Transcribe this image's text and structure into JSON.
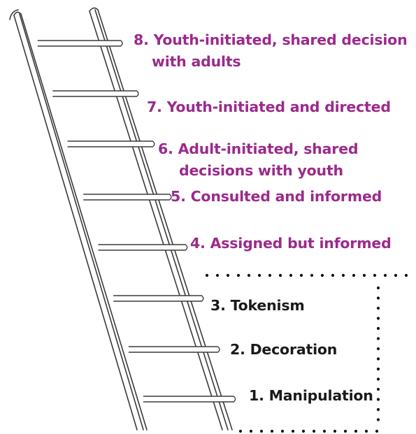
{
  "colors": {
    "participation": "#9b2a8c",
    "non_participation": "#1a1a1a",
    "ladder_stroke": "#333333"
  },
  "rungs": [
    {
      "level": 8,
      "line1": "8. Youth-initiated, shared decision",
      "line2": "with adults"
    },
    {
      "level": 7,
      "line1": "7. Youth-initiated and directed",
      "line2": ""
    },
    {
      "level": 6,
      "line1": "6. Adult-initiated, shared",
      "line2": "decisions with youth"
    },
    {
      "level": 5,
      "line1": "5. Consulted and informed",
      "line2": ""
    },
    {
      "level": 4,
      "line1": "4. Assigned but informed",
      "line2": ""
    },
    {
      "level": 3,
      "line1": "3. Tokenism",
      "line2": ""
    },
    {
      "level": 2,
      "line1": "2. Decoration",
      "line2": ""
    },
    {
      "level": 1,
      "line1": "1. Manipulation",
      "line2": ""
    }
  ]
}
